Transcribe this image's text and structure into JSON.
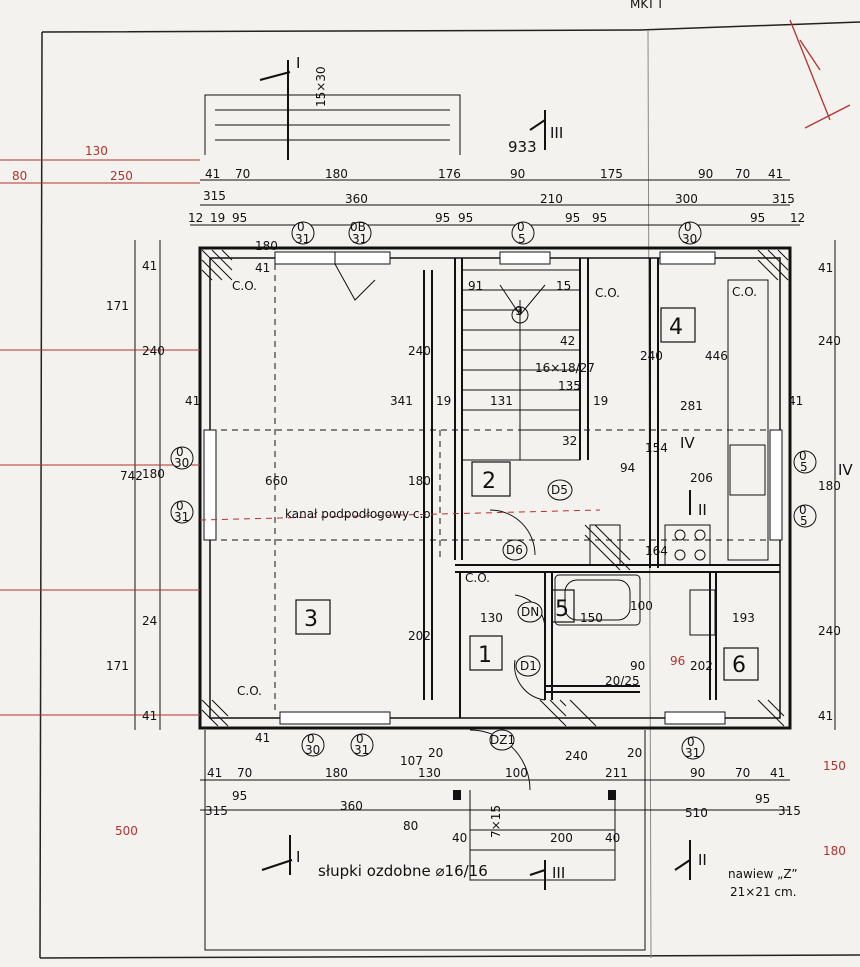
{
  "sheet": {
    "corner_mark": "MKT I",
    "total_width": "933",
    "slupki_label": "słupki ozdobne ⌀16/16",
    "kanal_label": "kanał podpodłogowy c.o.",
    "view_label": "nawiew „Z”",
    "view_size": "21×21 cm.",
    "stairs_label": "16×18/27",
    "stair_steps_top": "15×30",
    "stair_steps_bottom": "7×15"
  },
  "rooms": [
    {
      "id": "room-1",
      "number": "1"
    },
    {
      "id": "room-2",
      "number": "2"
    },
    {
      "id": "room-3",
      "number": "3"
    },
    {
      "id": "room-4",
      "number": "4"
    },
    {
      "id": "room-5",
      "number": "5"
    },
    {
      "id": "room-6",
      "number": "6"
    }
  ],
  "sections": {
    "I_top": "I",
    "I_bottom": "I",
    "II_right_bottom": "II",
    "II_mid": "II",
    "III_top": "III",
    "III_bottom": "III",
    "IV_right": "IV",
    "IV_mid": "IV"
  },
  "dims_top": {
    "row1": [
      "41",
      "70",
      "180",
      "176",
      "90",
      "175",
      "90",
      "70",
      "41"
    ],
    "row2": [
      "315",
      "360",
      "210",
      "300",
      "315"
    ],
    "row3": [
      "12",
      "19",
      "95",
      "95",
      "95",
      "95",
      "95",
      "95",
      "12"
    ],
    "red": [
      "130",
      "250",
      "80"
    ]
  },
  "dims_bottom": {
    "row1": [
      "41",
      "70",
      "180",
      "130",
      "100",
      "211",
      "90",
      "70",
      "41"
    ],
    "row2": [
      "315",
      "95",
      "360",
      "510",
      "95",
      "315"
    ],
    "row3": [
      "107",
      "20",
      "240",
      "20"
    ],
    "row4": [
      "80",
      "40",
      "200",
      "40"
    ],
    "red": [
      "150",
      "500",
      "180"
    ]
  },
  "dims_left": [
    "41",
    "171",
    "240",
    "742",
    "180",
    "24",
    "171",
    "41",
    "41",
    "41",
    "180"
  ],
  "dims_right": [
    "41",
    "240",
    "180",
    "240",
    "41"
  ],
  "interior": {
    "r1_w": "130",
    "r5_w": "150",
    "r6_w": "193",
    "r2_h": "180",
    "r3_h": "202",
    "r3_top": "240",
    "r3_w": "341",
    "r4_w": "281",
    "r4_w2": "206",
    "r4_h": "240",
    "r4_area": "446",
    "stair_w": "131",
    "stair_h1": "135",
    "stair_h2": "32",
    "stair_h3": "42",
    "stair_w2": "91",
    "r6_h": "202",
    "r5_h": "100",
    "landing": "20/25",
    "misc": [
      "660",
      "12",
      "25",
      "6",
      "31",
      "154",
      "94",
      "164",
      "90",
      "96",
      "19",
      "19",
      "9",
      "15",
      "41",
      "41"
    ]
  },
  "windows": [
    {
      "id": "w-top-1",
      "code": "0",
      "size": "31"
    },
    {
      "id": "w-top-2",
      "code": "0B",
      "size": "31"
    },
    {
      "id": "w-top-3",
      "code": "0",
      "size": "5"
    },
    {
      "id": "w-top-4",
      "code": "0",
      "size": "30"
    },
    {
      "id": "w-left-1",
      "code": "0",
      "size": "30"
    },
    {
      "id": "w-left-2",
      "code": "0",
      "size": "31"
    },
    {
      "id": "w-right-1",
      "code": "0",
      "size": "5"
    },
    {
      "id": "w-right-2",
      "code": "0",
      "size": "5"
    },
    {
      "id": "w-bot-1",
      "code": "0",
      "size": "30"
    },
    {
      "id": "w-bot-2",
      "code": "0",
      "size": "31"
    },
    {
      "id": "w-bot-3",
      "code": "0",
      "size": "31"
    }
  ],
  "doors": [
    "D5",
    "D6",
    "DN",
    "D1",
    "DZ1"
  ],
  "heating": [
    "C.O.",
    "C.O.",
    "C.O.",
    "C.O.",
    "C.O."
  ],
  "colors": {
    "ink": "#111111",
    "red": "#b3322e",
    "paper": "#f4f2ee"
  }
}
